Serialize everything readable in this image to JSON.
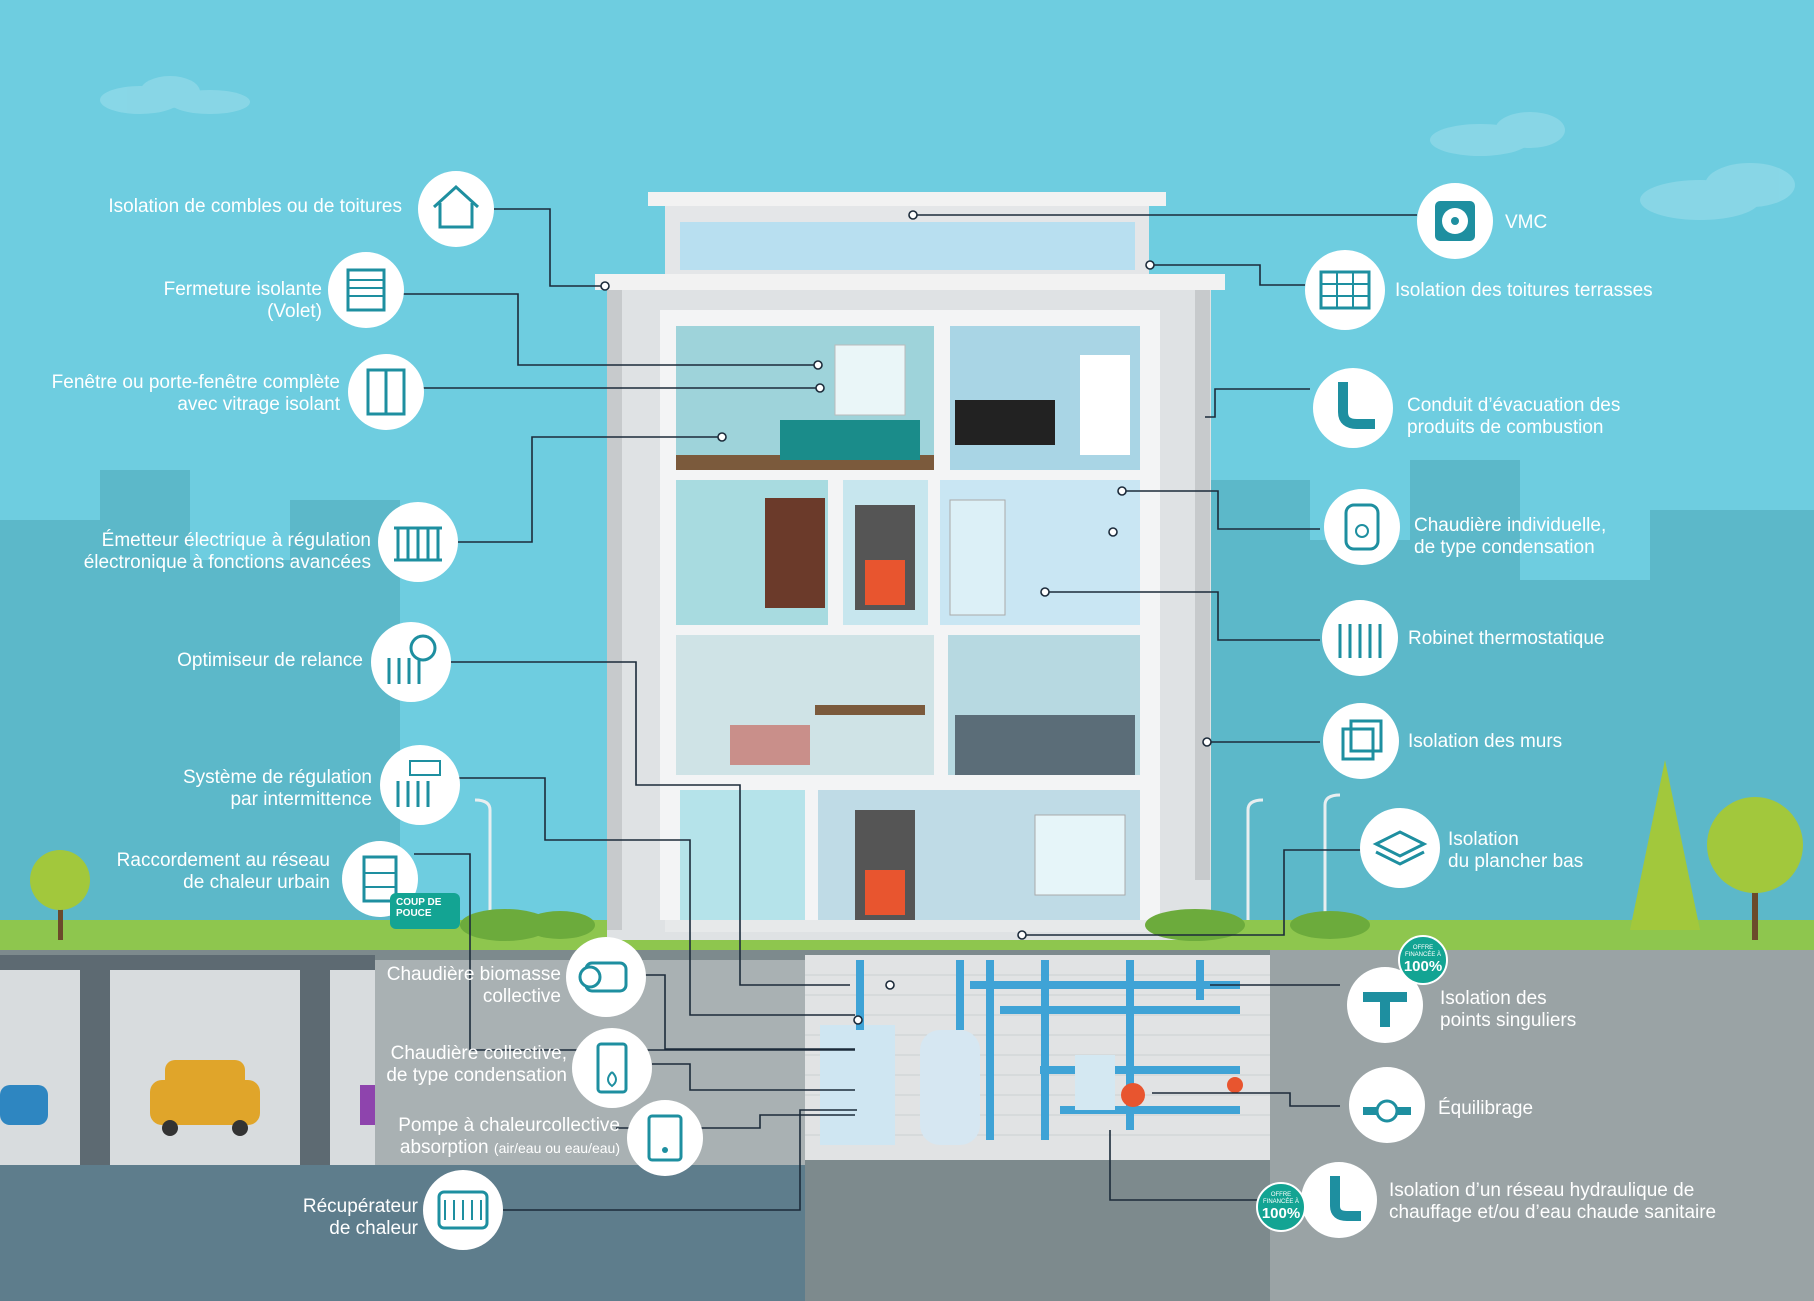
{
  "labels_left": [
    {
      "id": "combles",
      "lines": [
        "Isolation de combles ou de toitures"
      ]
    },
    {
      "id": "volet",
      "lines": [
        "Fermeture isolante",
        "(Volet)"
      ]
    },
    {
      "id": "fenetre",
      "lines": [
        "Fenêtre ou porte-fenêtre complète",
        "avec vitrage isolant"
      ]
    },
    {
      "id": "emetteur",
      "lines": [
        "Émetteur électrique à régulation",
        "électronique à fonctions avancées"
      ]
    },
    {
      "id": "optimiseur",
      "lines": [
        "Optimiseur de relance"
      ]
    },
    {
      "id": "regulation",
      "lines": [
        "Système de régulation",
        "par intermittence"
      ]
    },
    {
      "id": "raccordement",
      "lines": [
        "Raccordement au réseau",
        "de chaleur urbain"
      ]
    },
    {
      "id": "biomasse",
      "lines": [
        "Chaudière biomasse",
        "collective"
      ]
    },
    {
      "id": "collective",
      "lines": [
        "Chaudière collective,",
        "de type condensation"
      ]
    },
    {
      "id": "pompe",
      "lines": [
        "Pompe à chaleurcollective",
        "absorption"
      ],
      "small": "(air/eau ou eau/eau)"
    },
    {
      "id": "recuperateur",
      "lines": [
        "Récupérateur",
        "de chaleur"
      ]
    }
  ],
  "labels_right": [
    {
      "id": "vmc",
      "lines": [
        "VMC"
      ]
    },
    {
      "id": "terrasses",
      "lines": [
        "Isolation des toitures terrasses"
      ]
    },
    {
      "id": "conduit",
      "lines": [
        "Conduit d’évacuation des",
        "produits de combustion"
      ]
    },
    {
      "id": "chaudiere_ind",
      "lines": [
        "Chaudière individuelle,",
        "de type condensation"
      ]
    },
    {
      "id": "robinet",
      "lines": [
        "Robinet thermostatique"
      ]
    },
    {
      "id": "murs",
      "lines": [
        "Isolation des murs"
      ]
    },
    {
      "id": "plancher",
      "lines": [
        "Isolation",
        "du plancher bas"
      ]
    },
    {
      "id": "singuliers",
      "lines": [
        "Isolation des",
        "points singuliers"
      ]
    },
    {
      "id": "equilibrage",
      "lines": [
        "Équilibrage"
      ]
    },
    {
      "id": "reseau_hydro",
      "lines": [
        "Isolation d’un réseau hydraulique de",
        "chauffage et/ou d’eau chaude sanitaire"
      ]
    }
  ],
  "badges": {
    "top": "OFFRE FINANCÉE À",
    "value": "100%"
  },
  "coup_de_pouce": [
    "COUP DE",
    "POUCE"
  ],
  "icons": [
    "house-roof-icon",
    "shutter-window-icon",
    "window-icon",
    "radiator-wifi-icon",
    "radiator-clock-icon",
    "radiator-regulation-icon",
    "heat-network-icon",
    "log-icon",
    "boiler-flame-icon",
    "heat-pump-icon",
    "heat-exchanger-icon",
    "fan-icon",
    "roof-terrace-icon",
    "flue-pipe-icon",
    "boiler-icon",
    "thermostatic-valve-icon",
    "wall-insulation-icon",
    "floor-insulation-icon",
    "pipe-fitting-icon",
    "balancing-valve-icon",
    "insulated-pipe-icon"
  ],
  "colors": {
    "sky": "#6ecde0",
    "accent": "#13a493",
    "icon_stroke": "#1e8fa0",
    "ground": "#7d8a8d",
    "grass": "#8ec64e"
  }
}
